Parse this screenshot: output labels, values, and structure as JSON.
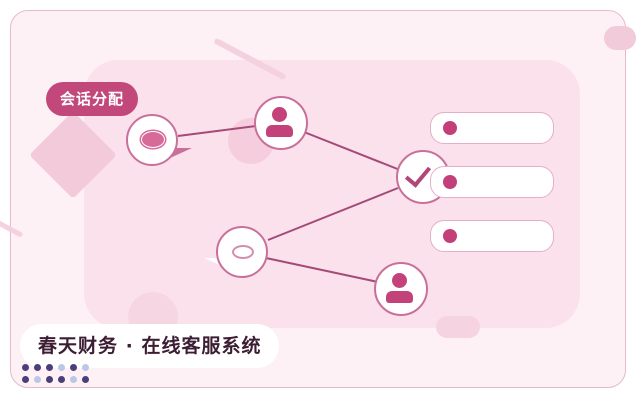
{
  "tag": {
    "label": "会话分配"
  },
  "footer": {
    "title": "春天财务 · 在线客服系统"
  },
  "nodes": {
    "source_filled": "oval-filled-icon",
    "source_outline": "oval-outline-icon",
    "agent": "user-avatar-icon",
    "hub": "checkmark-icon"
  },
  "queue_cards": 3,
  "colors": {
    "accent": "#c2487b",
    "panel": "#fbe1ec",
    "frame_border": "#e6b9cd",
    "link": "#a54a78",
    "title_text": "#3c1d33"
  }
}
